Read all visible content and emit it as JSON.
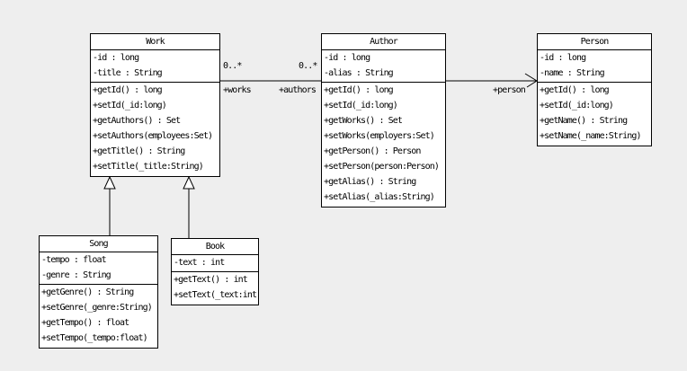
{
  "canvas": {
    "background": "#eeeeee",
    "box_fill": "#ffffff",
    "stroke": "#000000"
  },
  "classes": {
    "work": {
      "title": "Work",
      "attributes": [
        "-id : long",
        "-title : String"
      ],
      "methods": [
        "+getId() : long",
        "+setId(_id:long)",
        "+getAuthors() : Set",
        "+setAuthors(employees:Set)",
        "+getTitle() : String",
        "+setTitle(_title:String)"
      ]
    },
    "author": {
      "title": "Author",
      "attributes": [
        "-id : long",
        "-alias : String"
      ],
      "methods": [
        "+getId() : long",
        "+setId(_id:long)",
        "+getWorks() : Set",
        "+setWorks(employers:Set)",
        "+getPerson() : Person",
        "+setPerson(person:Person)",
        "+getAlias() : String",
        "+setAlias(_alias:String)"
      ]
    },
    "person": {
      "title": "Person",
      "attributes": [
        "-id : long",
        "-name : String"
      ],
      "methods": [
        "+getId() : long",
        "+setId(_id:long)",
        "+getName() : String",
        "+setName(_name:String)"
      ]
    },
    "song": {
      "title": "Song",
      "attributes": [
        "-tempo : float",
        "-genre : String"
      ],
      "methods": [
        "+getGenre() : String",
        "+setGenre(_genre:String)",
        "+getTempo() : float",
        "+setTempo(_tempo:float)"
      ]
    },
    "book": {
      "title": "Book",
      "attributes": [
        "-text : int"
      ],
      "methods": [
        "+getText() : int",
        "+setText(_text:int)"
      ]
    }
  },
  "edges": {
    "work_author": {
      "type": "association",
      "source_multiplicity": "0..*",
      "target_multiplicity": "0..*",
      "source_role": "+works",
      "target_role": "+authors"
    },
    "author_person": {
      "type": "directed-association",
      "target_role": "+person"
    },
    "song_work": {
      "type": "generalization"
    },
    "book_work": {
      "type": "generalization"
    }
  }
}
